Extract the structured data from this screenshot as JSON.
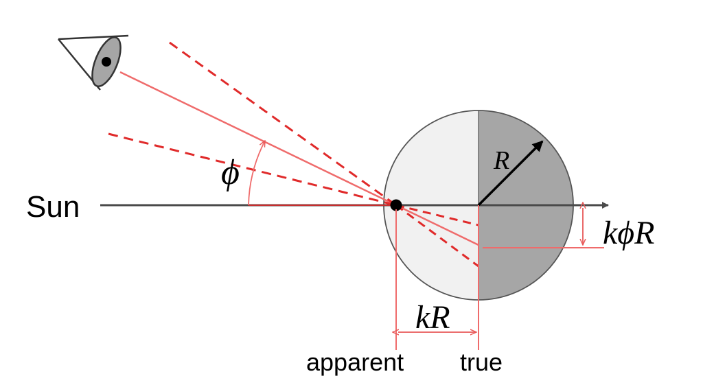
{
  "labels": {
    "sun": "Sun",
    "phi": "ϕ",
    "radius": "R",
    "k_phi_R": "kϕR",
    "k_R": "kR",
    "apparent": "apparent",
    "true": "true"
  },
  "colors": {
    "red": "#e02a2a",
    "light_red": "#ef6b6b",
    "axis": "#4a4a4a",
    "disk_light": "#f1f1f1",
    "disk_dark": "#a6a6a6",
    "outline": "#555555",
    "black": "#000000"
  }
}
